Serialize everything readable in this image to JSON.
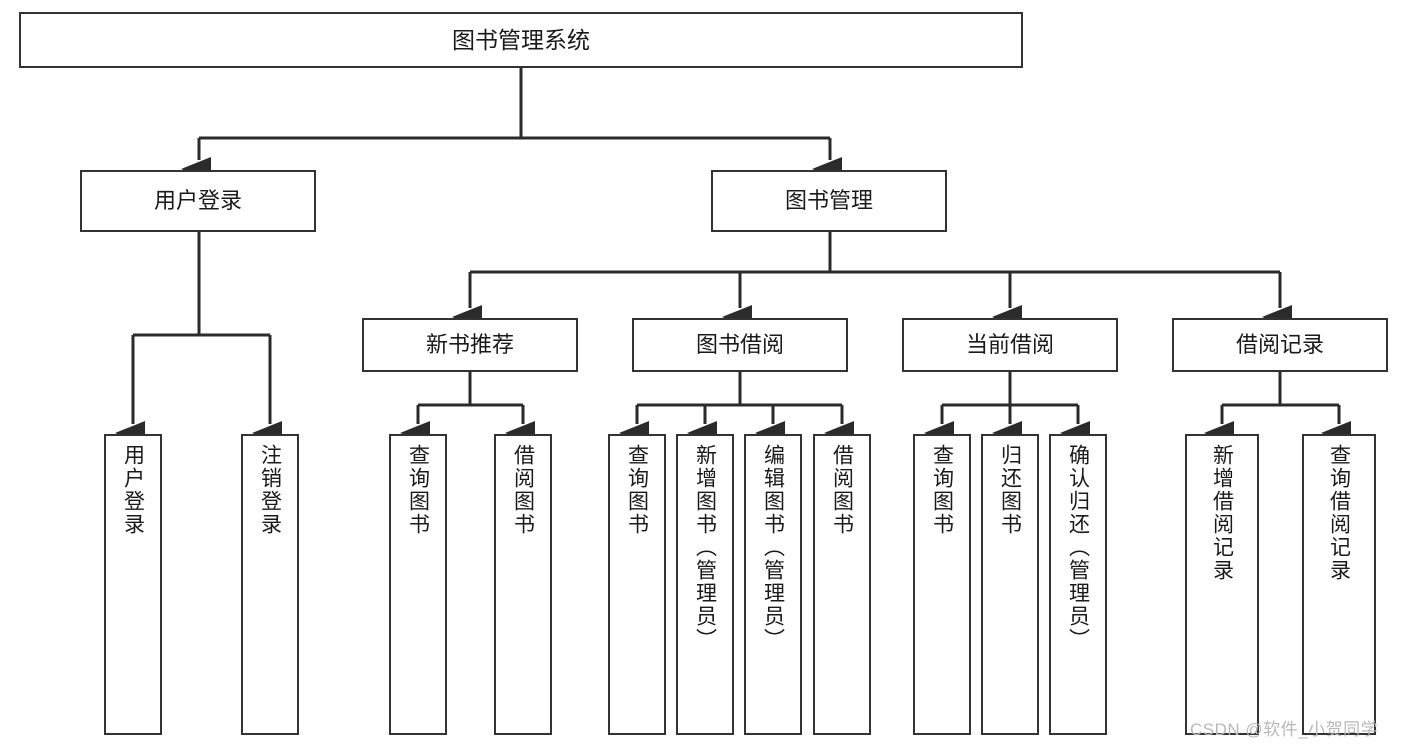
{
  "diagram": {
    "type": "tree-hierarchy",
    "title": "图书管理系统",
    "orientation": "top-down",
    "edge_style": "orthogonal-elbow-with-arrowhead",
    "colors": {
      "box_border": "#333333",
      "box_fill": "#ffffff",
      "edge": "#2b2b2b",
      "text": "#1a1a1a",
      "watermark": "#b9b9b9",
      "background": "#ffffff"
    },
    "nodes": {
      "root": {
        "label": "图书管理系统"
      },
      "level2": [
        {
          "id": "user-login",
          "label": "用户登录"
        },
        {
          "id": "book-manage",
          "label": "图书管理"
        }
      ],
      "level3": [
        {
          "id": "new-book-recommend",
          "label": "新书推荐"
        },
        {
          "id": "book-borrow",
          "label": "图书借阅"
        },
        {
          "id": "current-borrow",
          "label": "当前借阅"
        },
        {
          "id": "borrow-record",
          "label": "借阅记录"
        }
      ],
      "leaves": {
        "user-login": [
          {
            "id": "leaf-user-login",
            "label": "用户登录"
          },
          {
            "id": "leaf-user-logout",
            "label": "注销登录"
          }
        ],
        "new-book-recommend": [
          {
            "id": "leaf-query-book-1",
            "label": "查询图书"
          },
          {
            "id": "leaf-borrow-book-1",
            "label": "借阅图书"
          }
        ],
        "book-borrow": [
          {
            "id": "leaf-query-book-2",
            "label": "查询图书"
          },
          {
            "id": "leaf-add-book",
            "label": "新增图书（管理员）"
          },
          {
            "id": "leaf-edit-book",
            "label": "编辑图书（管理员）"
          },
          {
            "id": "leaf-borrow-book-2",
            "label": "借阅图书"
          }
        ],
        "current-borrow": [
          {
            "id": "leaf-query-book-3",
            "label": "查询图书"
          },
          {
            "id": "leaf-return-book",
            "label": "归还图书"
          },
          {
            "id": "leaf-confirm-return",
            "label": "确认归还（管理员）"
          }
        ],
        "borrow-record": [
          {
            "id": "leaf-add-record",
            "label": "新增借阅记录"
          },
          {
            "id": "leaf-query-record",
            "label": "查询借阅记录"
          }
        ]
      }
    },
    "watermark": {
      "text": "CSDN @软件_小贺同学"
    }
  }
}
